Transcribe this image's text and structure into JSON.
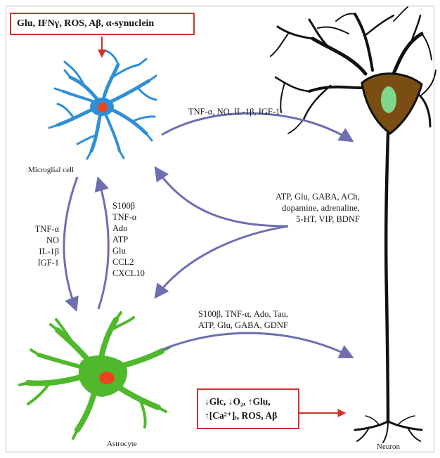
{
  "input_box_top": "Glu, IFNγ, ROS, Aβ, α-synuclein",
  "input_box_bottom": {
    "line1": "↓Glc, ↓O₂, ↑Glu,",
    "line2": "↑[Ca²⁺]ᵢ, ROS, Aβ"
  },
  "cells": {
    "microglia": "Microglial cell",
    "astrocyte": "Astrocyte",
    "neuron": "Neuron"
  },
  "signals": {
    "microglia_to_neuron": "TNF-α, NO, IL-1β, IGF-1",
    "neuron_to_glia": [
      "ATP, Glu, GABA, ACh,",
      "dopamine, adrenaline,",
      "5-HT, VIP, BDNF"
    ],
    "microglia_to_astrocyte": [
      "TNF-α",
      "NO",
      "IL-1β",
      "IGF-1"
    ],
    "astrocyte_to_microglia": [
      "S100β",
      "TNF-α",
      "Ado",
      "ATP",
      "Glu",
      "CCL2",
      "CXCL10"
    ],
    "astrocyte_to_neuron": [
      "S100β, TNF-α, Ado, Tau,",
      "ATP, Glu, GABA, GDNF"
    ]
  },
  "colors": {
    "arrow": "#6d6fb0",
    "alert": "#d0322b",
    "microglia": "#2f8fd6",
    "astrocyte": "#4fb82c",
    "nucleus": "#e8451f",
    "neuron_body": "#7a4e12",
    "neuron_nucleus": "#7fd88a"
  }
}
